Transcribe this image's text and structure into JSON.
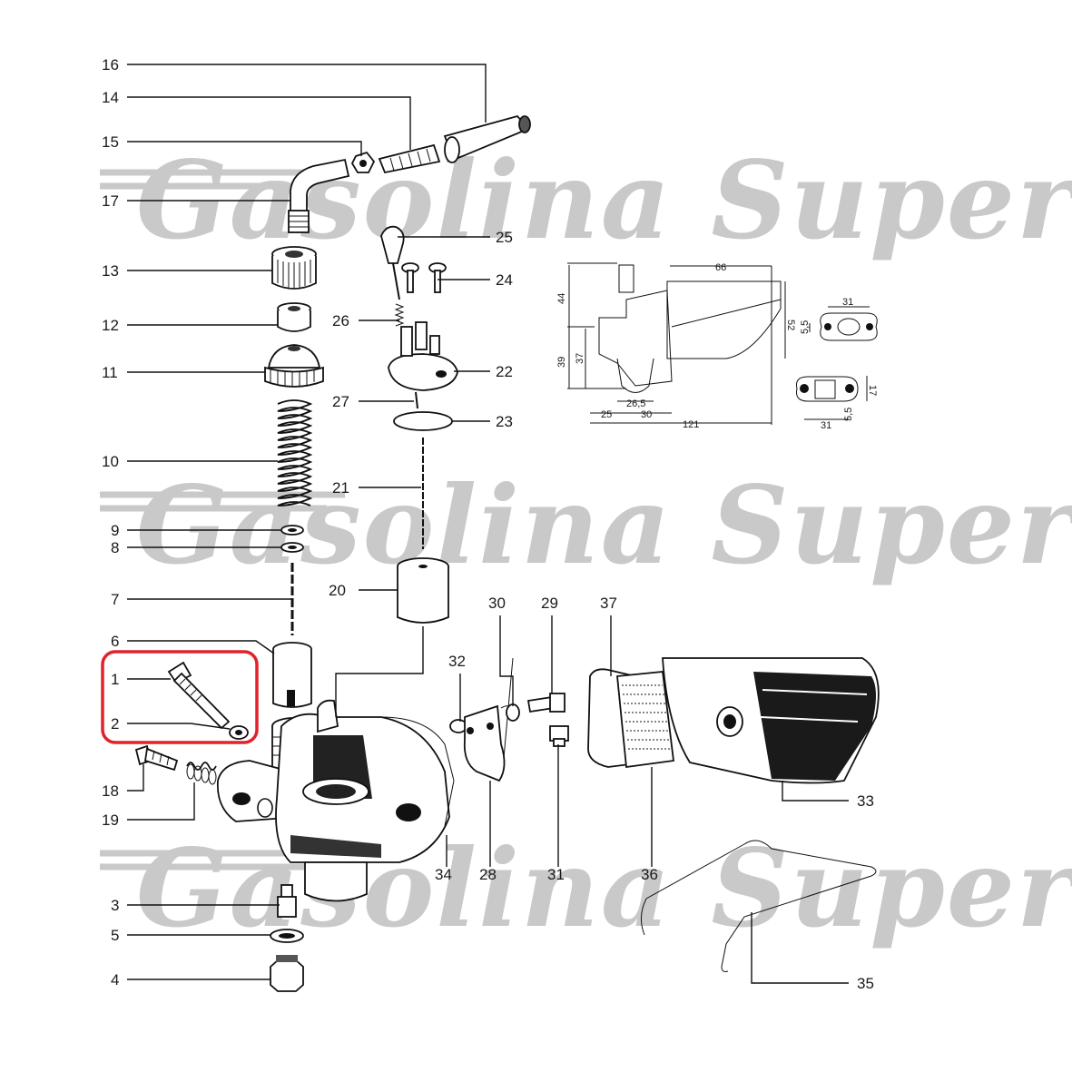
{
  "watermark": {
    "text": "Gasolina Super",
    "color": "#c9c9c9"
  },
  "callouts": {
    "p1": "1",
    "p2": "2",
    "p3": "3",
    "p4": "4",
    "p5": "5",
    "p6": "6",
    "p7": "7",
    "p8": "8",
    "p9": "9",
    "p10": "10",
    "p11": "11",
    "p12": "12",
    "p13": "13",
    "p14": "14",
    "p15": "15",
    "p16": "16",
    "p17": "17",
    "p18": "18",
    "p19": "19",
    "p20": "20",
    "p21": "21",
    "p22": "22",
    "p23": "23",
    "p24": "24",
    "p25": "25",
    "p26": "26",
    "p27": "27",
    "p28": "28",
    "p29": "29",
    "p30": "30",
    "p31": "31",
    "p32": "32",
    "p33": "33",
    "p34": "34",
    "p35": "35",
    "p36": "36",
    "p37": "37"
  },
  "dimensions": {
    "d66": "66",
    "d44": "44",
    "d52": "52",
    "d39": "39",
    "d37": "37",
    "d265": "26,5",
    "d25": "25",
    "d30": "30",
    "d121": "121",
    "flange_top_width": "31",
    "flange_top_height": "5,5",
    "flange_bottom_width": "31",
    "flange_bottom_height": "17",
    "flange_bottom_hole": "5,5"
  },
  "highlight": {
    "color": "#e0232b",
    "parts": [
      "1",
      "2"
    ]
  }
}
